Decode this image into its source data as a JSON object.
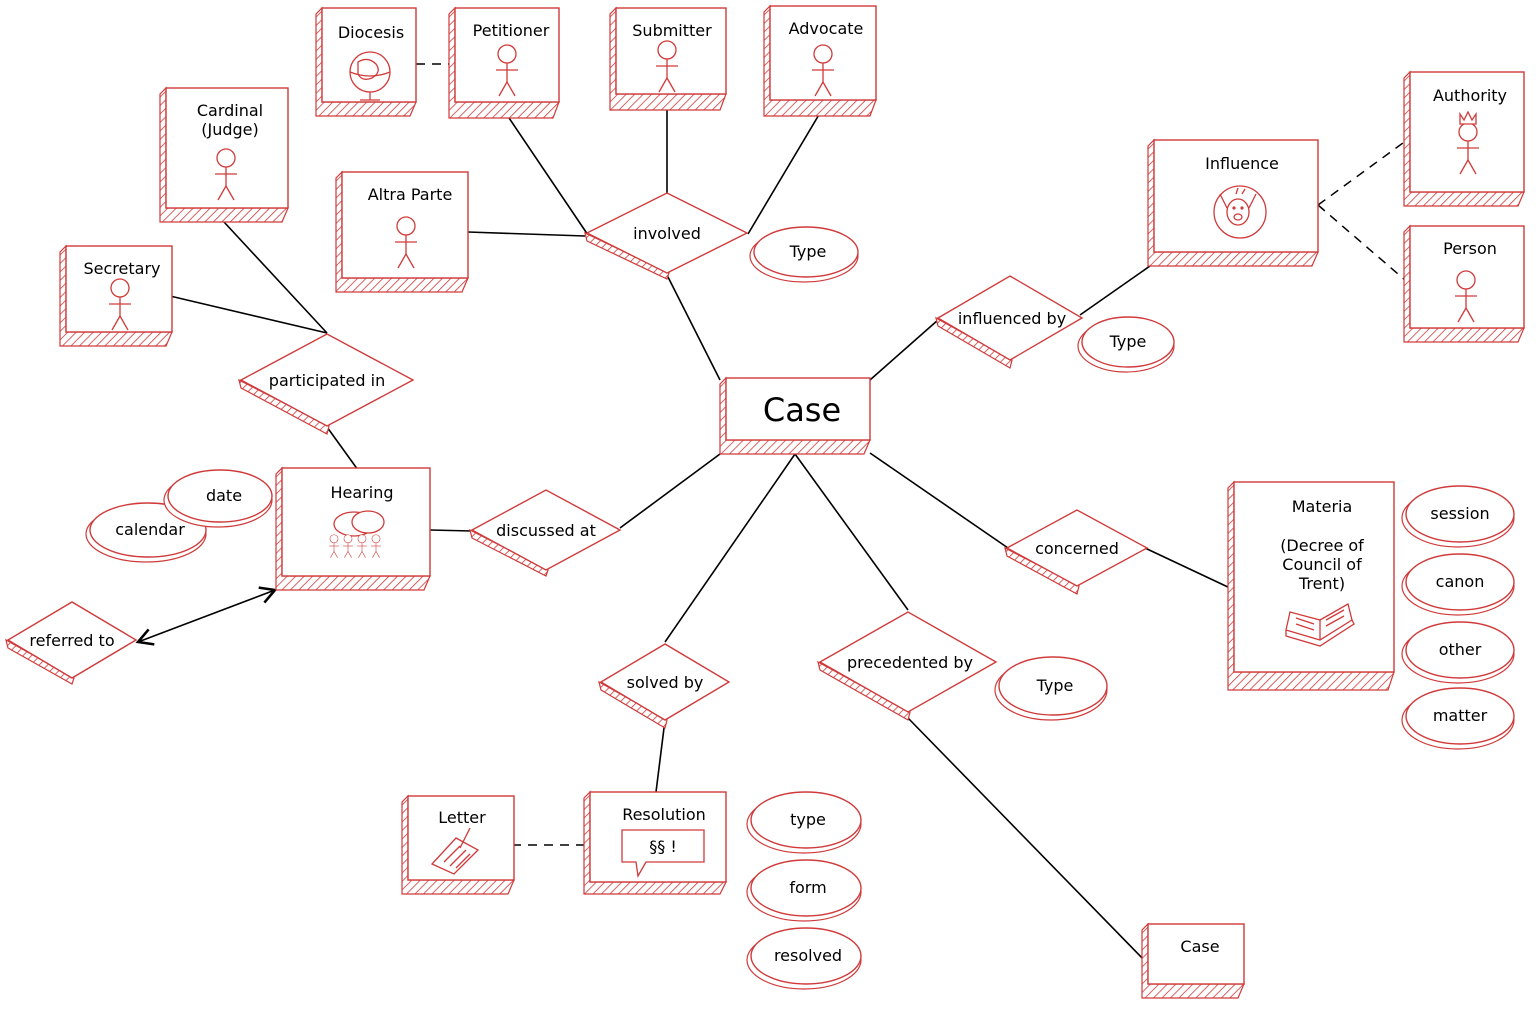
{
  "colors": {
    "accent": "#d03a3a",
    "line": "#000000"
  },
  "entities": {
    "diocesis": {
      "label": "Diocesis",
      "icon": "globe-icon"
    },
    "petitioner": {
      "label": "Petitioner",
      "icon": "person-icon"
    },
    "submitter": {
      "label": "Submitter",
      "icon": "person-icon"
    },
    "advocate": {
      "label": "Advocate",
      "icon": "person-icon"
    },
    "cardinal": {
      "line1": "Cardinal",
      "line2": "(Judge)",
      "icon": "person-icon"
    },
    "altra_parte": {
      "label": "Altra Parte",
      "icon": "person-icon"
    },
    "secretary": {
      "label": "Secretary",
      "icon": "person-icon"
    },
    "hearing": {
      "label": "Hearing",
      "icon": "group-meeting-icon"
    },
    "case_main": {
      "label": "Case"
    },
    "influence": {
      "label": "Influence",
      "icon": "angry-face-icon"
    },
    "authority": {
      "label": "Authority",
      "icon": "crowned-person-icon"
    },
    "person": {
      "label": "Person",
      "icon": "person-icon"
    },
    "materia": {
      "line1": "Materia",
      "line2": "(Decree of",
      "line3": "Council of",
      "line4": "Trent)",
      "icon": "open-book-icon"
    },
    "letter": {
      "label": "Letter",
      "icon": "letter-pen-icon"
    },
    "resolution": {
      "label": "Resolution",
      "bubble": "§§ !",
      "icon": "speech-bubble-icon"
    },
    "case_precedent": {
      "label": "Case"
    }
  },
  "relationships": {
    "involved": "involved",
    "participated_in": "participated in",
    "discussed_at": "discussed at",
    "referred_to": "referred to",
    "influenced_by": "influenced by",
    "concerned": "concerned",
    "solved_by": "solved by",
    "precedented_by": "precedented by"
  },
  "attributes": {
    "involved_type": "Type",
    "influenced_type": "Type",
    "precedented_type": "Type",
    "date": "date",
    "calendar": "calendar",
    "session": "session",
    "canon": "canon",
    "other": "other",
    "matter": "matter",
    "res_type": "type",
    "res_form": "form",
    "res_resolved": "resolved"
  }
}
